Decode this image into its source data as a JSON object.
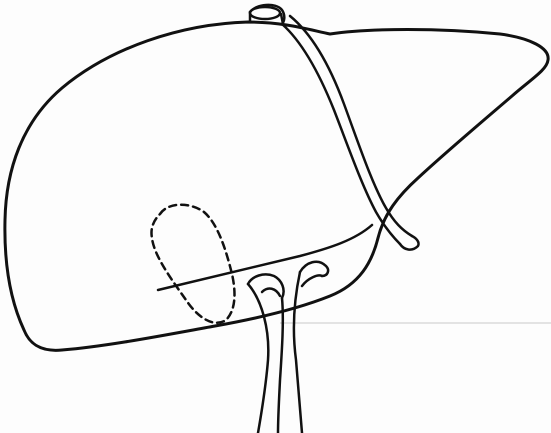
{
  "figure": {
    "subject": "liver-outline-line-drawing",
    "style": "black ink on white paper",
    "ink_color": "#111111",
    "paper_color": "#fdfdfd",
    "parts": [
      "liver-outline",
      "falciform-ligament",
      "ligamentum-teres",
      "hepatic-vein-stump",
      "portal-vein-branches",
      "dashed-lesion-outline"
    ]
  },
  "bleed_through": {
    "color": "#9a9a9a",
    "title_line": "",
    "author_lines": [
      "",
      ""
    ],
    "affiliation_lines": [
      "",
      ""
    ],
    "body_lines": [
      "",
      "",
      ""
    ]
  }
}
